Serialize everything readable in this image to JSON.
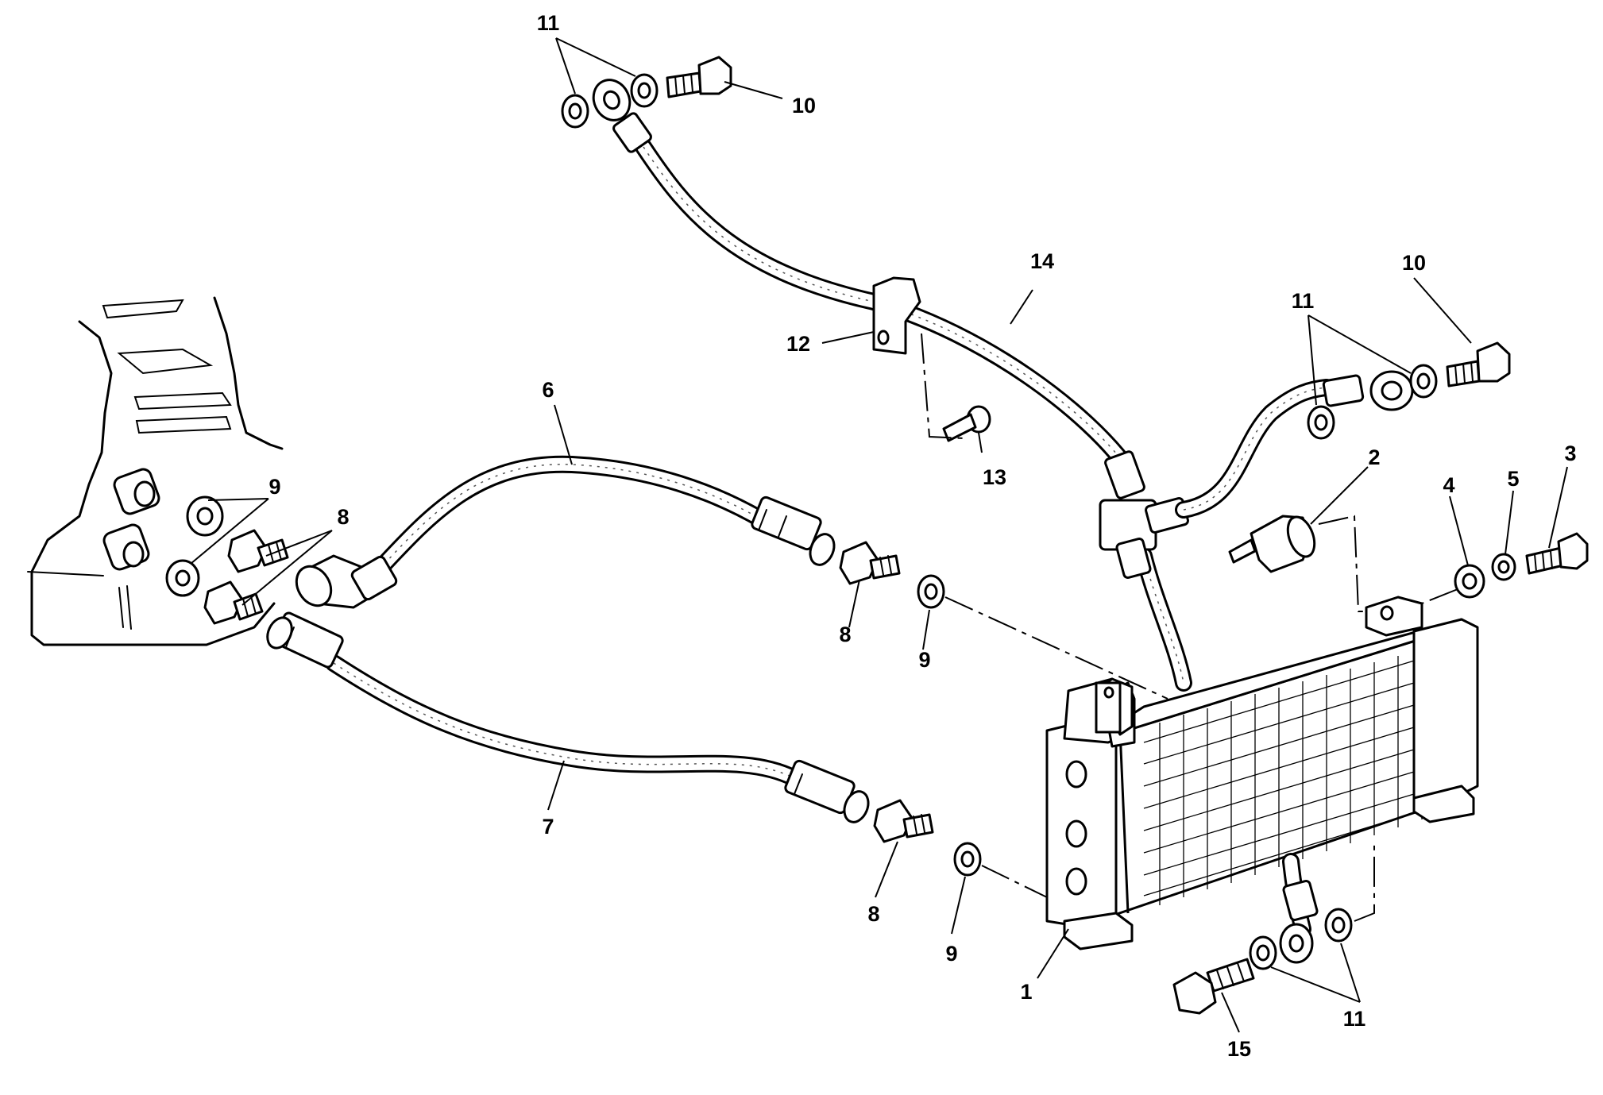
{
  "callouts": {
    "c1": "1",
    "c2": "2",
    "c3": "3",
    "c4": "4",
    "c5": "5",
    "c6": "6",
    "c7": "7",
    "c8a": "8",
    "c8b": "8",
    "c8c": "8",
    "c9a": "9",
    "c9b": "9",
    "c9c": "9",
    "c10a": "10",
    "c10b": "10",
    "c11a": "11",
    "c11b": "11",
    "c11c": "11",
    "c12": "12",
    "c13": "13",
    "c14": "14",
    "c15": "15"
  },
  "colors": {
    "ink": "#000000",
    "paper": "#ffffff"
  }
}
